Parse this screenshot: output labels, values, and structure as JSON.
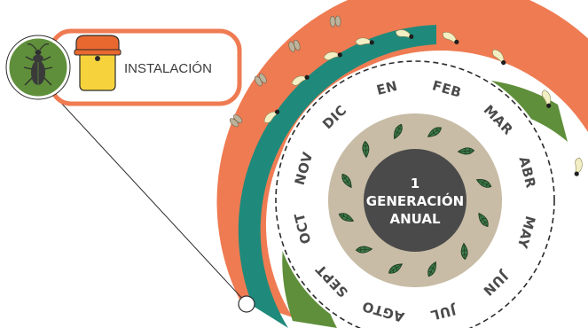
{
  "months": [
    "EN",
    "FEB",
    "MAR",
    "ABR",
    "MAY",
    "JUN",
    "JUL",
    "AGTO",
    "SEPT",
    "OCT",
    "NOV",
    "DIC"
  ],
  "center": {
    "line1": "1",
    "line2": "GENERACIÓN",
    "line3": "ANUAL"
  },
  "legend": {
    "label": "INSTALACIÓN"
  },
  "colors": {
    "orange": "#ef7b52",
    "teal": "#1f8a7b",
    "green": "#5f8f3a",
    "tan": "#c8bca6",
    "center": "#4a4a4a",
    "trap_lid": "#e9682f",
    "trap_body": "#f6d33c"
  },
  "icons": [
    "beetle-icon",
    "trap-icon",
    "leaf-icon",
    "larva-icon",
    "pupa-icon"
  ]
}
